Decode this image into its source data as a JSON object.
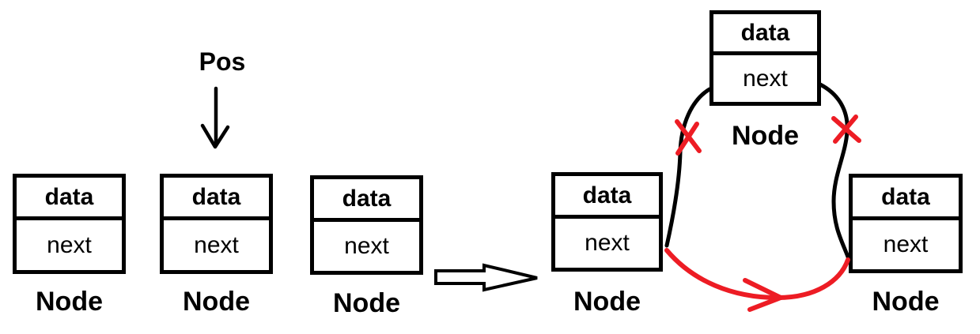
{
  "colors": {
    "stroke": "#000000",
    "highlight": "#ed1c24",
    "background": "#ffffff"
  },
  "before_list": {
    "pointer_label": "Pos",
    "nodes": [
      {
        "data": "data",
        "next": "next",
        "caption": "Node"
      },
      {
        "data": "data",
        "next": "next",
        "caption": "Node"
      },
      {
        "data": "data",
        "next": "next",
        "caption": "Node"
      }
    ]
  },
  "transform_arrow": {
    "icon": "hollow-right-arrow"
  },
  "after_list": {
    "deleted_node": {
      "data": "data",
      "next": "next",
      "caption": "Node"
    },
    "left_node": {
      "data": "data",
      "next": "next",
      "caption": "Node"
    },
    "right_node": {
      "data": "data",
      "next": "next",
      "caption": "Node"
    },
    "removed_links": {
      "marker": "red-x"
    },
    "new_link": {
      "marker": "red-curved-arrow"
    }
  }
}
